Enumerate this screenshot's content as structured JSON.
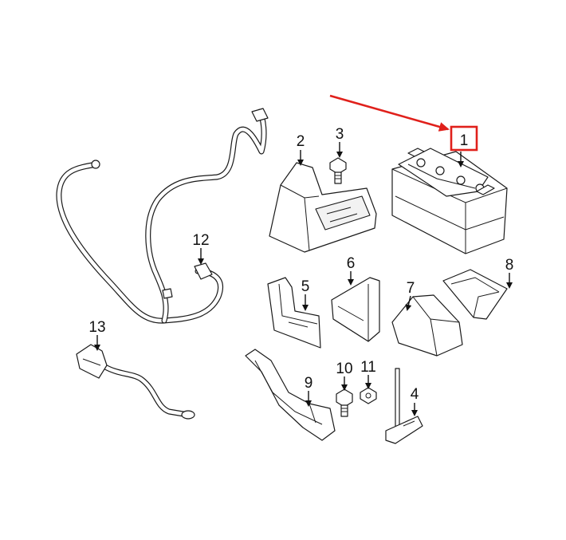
{
  "diagram": {
    "callouts": [
      {
        "id": "1",
        "label": "1",
        "highlighted": true
      },
      {
        "id": "2",
        "label": "2"
      },
      {
        "id": "3",
        "label": "3"
      },
      {
        "id": "4",
        "label": "4"
      },
      {
        "id": "5",
        "label": "5"
      },
      {
        "id": "6",
        "label": "6"
      },
      {
        "id": "7",
        "label": "7"
      },
      {
        "id": "8",
        "label": "8"
      },
      {
        "id": "9",
        "label": "9"
      },
      {
        "id": "10",
        "label": "10"
      },
      {
        "id": "11",
        "label": "11"
      },
      {
        "id": "12",
        "label": "12"
      },
      {
        "id": "13",
        "label": "13"
      }
    ],
    "highlight_color": "#e0201b",
    "line_color": "#1a1a1a"
  }
}
